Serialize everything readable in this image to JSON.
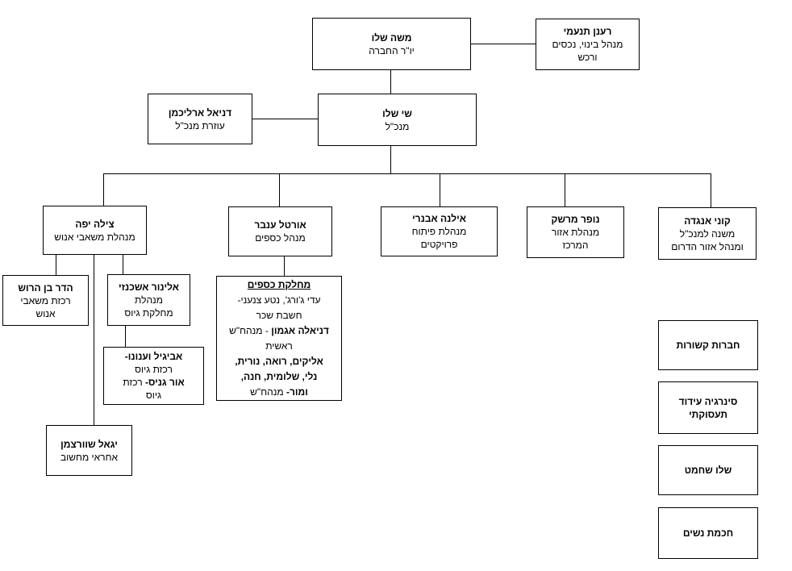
{
  "colors": {
    "line": "#000000",
    "box_border": "#000000",
    "box_fill": "#ffffff",
    "text": "#000000"
  },
  "nodes": {
    "moshe": {
      "name": "משה שלו",
      "title": "יו\"ר החברה"
    },
    "raanan": {
      "name": "רענן תנעמי",
      "title1": "מנהל בינוי, נכסים",
      "title2": "ורכש"
    },
    "daniel": {
      "name": "דניאל ארליכמן",
      "title": "עוזרת מנכ\"ל"
    },
    "shai": {
      "name": "שי שלו",
      "title": "מנכ\"ל"
    },
    "tzila": {
      "name": "צילה יפה",
      "title": "מנהלת משאבי אנוש"
    },
    "ortal": {
      "name": "אורטל ענבר",
      "title": "מנהל כספים"
    },
    "ilana": {
      "name": "אילנה אבנרי",
      "title1": "מנהלת פיתוח",
      "title2": "פרויקטים"
    },
    "nofar": {
      "name": "נופר מרשק",
      "title1": "מנהלת אזור",
      "title2": "המרכז"
    },
    "koni": {
      "name": "קוני אנגדה",
      "title1": "משנה למנכ\"ל",
      "title2": "ומנהל אזור הדרום"
    },
    "hadar": {
      "name": "הדר בן הרוש",
      "title1": "רכזת משאבי",
      "title2": "אנוש"
    },
    "elinor": {
      "name": "אלינור אשכנזי",
      "title1": "מנהלת",
      "title2": "מחלקת גיוס"
    },
    "avigail": {
      "line1_name": "אביגיל וענונו-",
      "line2_role": "רכזת גיוס",
      "line3_name": "אור גניס-",
      "line3_role": " רכזת",
      "line4_role": "גיוס"
    },
    "yigal": {
      "name": "יגאל שוורצמן",
      "title": "אחראי מחשוב"
    },
    "finance": {
      "heading": "מחלקת כספים",
      "line2": "עדי ג'ורג', נטע צנעני-",
      "line3": "חשבת שכר",
      "line4_name": "דניאלה אגמון",
      "line4_role": " - מנהח\"ש",
      "line5": "ראשית",
      "line6": "אליקים, רואה, נורית,",
      "line7": "נלי, שלומית, חנה,",
      "line8_name": "ומור-",
      "line8_role": " מנהח\"ש"
    },
    "related": {
      "name": "חברות קשורות"
    },
    "synergy": {
      "name1": "סינרגיה עידוד",
      "name2": "תעסוקתי"
    },
    "chess": {
      "name": "שלו שחמט"
    },
    "women": {
      "name": "חכמת נשים"
    }
  }
}
